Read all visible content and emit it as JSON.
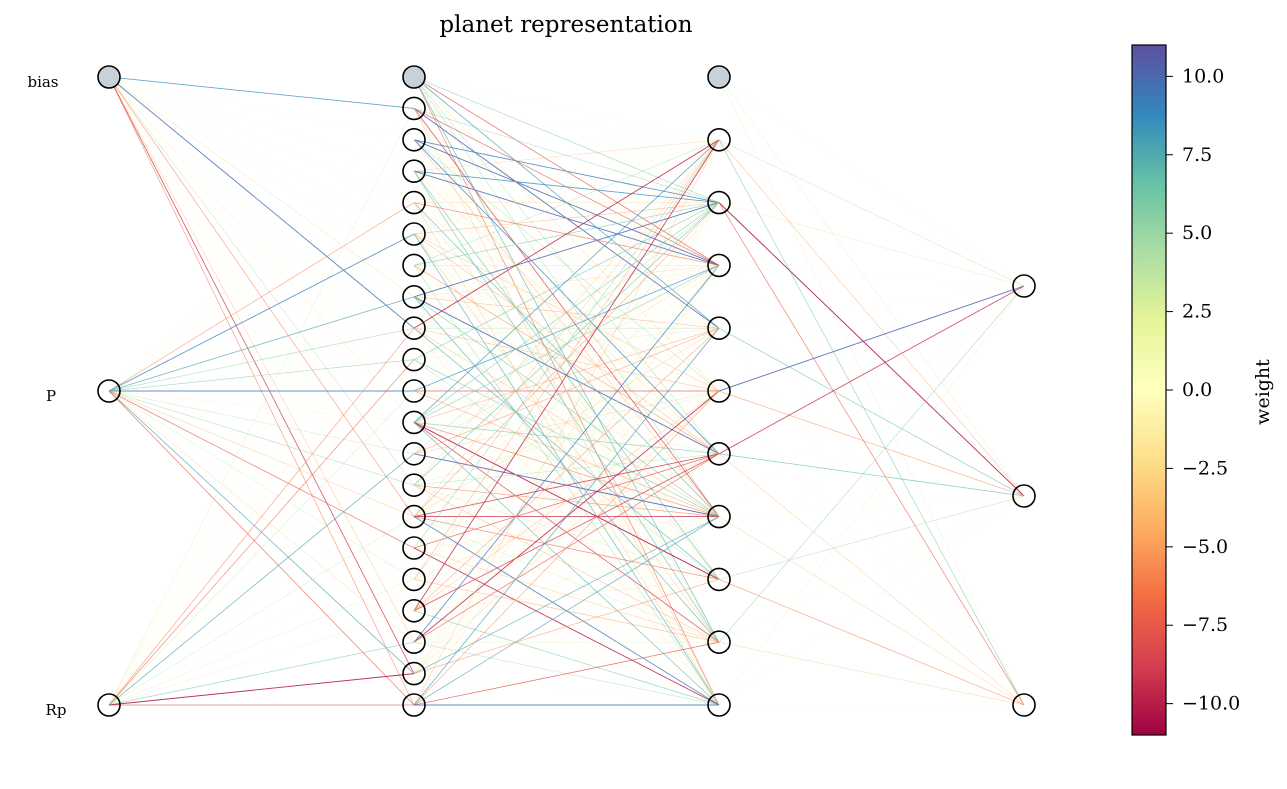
{
  "title": "planet representation",
  "input_labels": [
    "bias",
    "P",
    "Rp"
  ],
  "layers": [
    {
      "nodes": 3,
      "bias": true
    },
    {
      "nodes": 21,
      "bias": true
    },
    {
      "nodes": 11,
      "bias": true
    },
    {
      "nodes": 3,
      "bias": false
    }
  ],
  "colors": {
    "node_stroke": "#000000",
    "bias_fill": "#c9d1d8",
    "node_fill": "#ffffff"
  },
  "colorbar": {
    "label": "weight",
    "ticks": [
      "10.0",
      "7.5",
      "5.0",
      "2.5",
      "0.0",
      "−2.5",
      "−5.0",
      "−7.5",
      "−10.0"
    ],
    "tick_values": [
      10,
      7.5,
      5,
      2.5,
      0,
      -2.5,
      -5,
      -7.5,
      -10
    ],
    "min": -11,
    "max": 11,
    "colormap": "Spectral",
    "stops": [
      "#9e0142",
      "#d53e4f",
      "#f46d43",
      "#fdae61",
      "#fee08b",
      "#ffffbf",
      "#e6f598",
      "#abdda4",
      "#66c2a5",
      "#3288bd",
      "#5e4fa2"
    ]
  }
}
